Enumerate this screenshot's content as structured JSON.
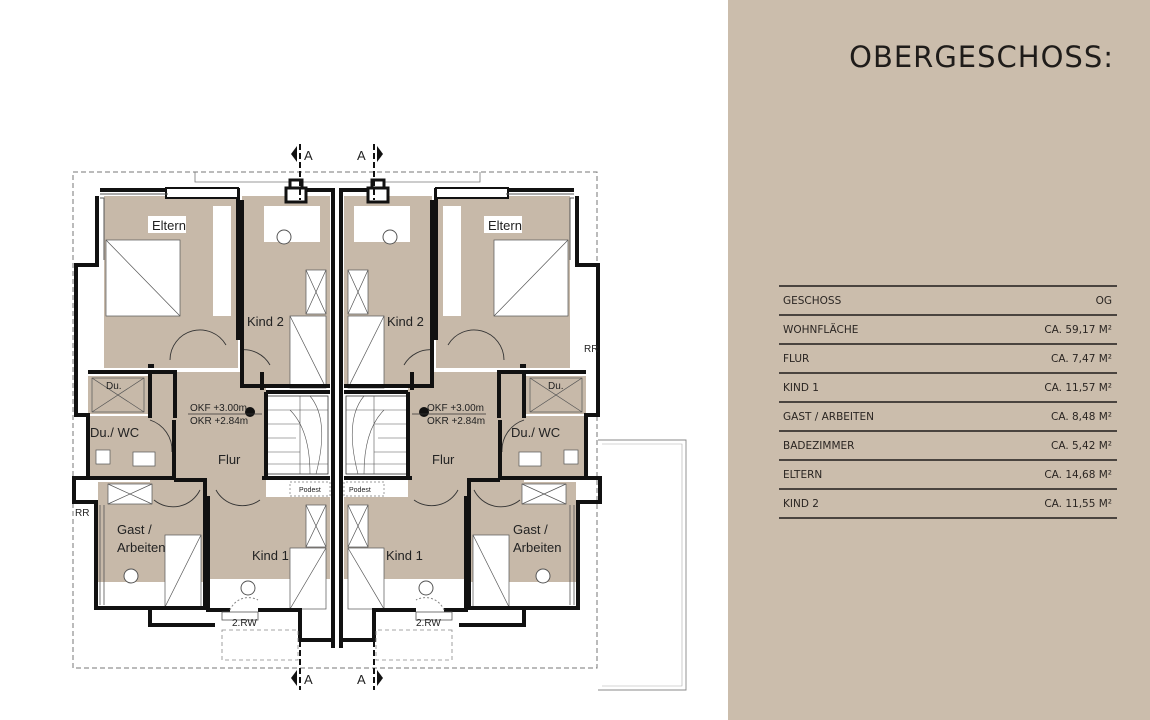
{
  "panel": {
    "title": "OBERGESCHOSS:",
    "rows": [
      {
        "label": "GESCHOSS",
        "value": "OG"
      },
      {
        "label": "WOHNFLÄCHE",
        "value": "CA. 59,17 M²"
      },
      {
        "label": "FLUR",
        "value": "CA. 7,47 M²"
      },
      {
        "label": "KIND 1",
        "value": "CA.  11,57  M²"
      },
      {
        "label": "GAST / ARBEITEN",
        "value": "CA. 8,48 M²"
      },
      {
        "label": "BADEZIMMER",
        "value": "CA. 5,42 M²"
      },
      {
        "label": "ELTERN",
        "value": "CA. 14,68 M²"
      },
      {
        "label": "KIND 2",
        "value": "CA. 11,55 M²"
      }
    ]
  },
  "plan": {
    "eltern": "Eltern",
    "kind2": "Kind 2",
    "du": "Du.",
    "du_wc": "Du./ WC",
    "okf": "OKF +3.00m",
    "okr": "OKR +2.84m",
    "flur": "Flur",
    "gast1": "Gast /",
    "gast2": "Arbeiten",
    "kind1": "Kind 1",
    "podest": "Podest",
    "rw": "2.RW",
    "rr": "RR",
    "section": "A"
  },
  "colors": {
    "room_fill": "#c7b9a9",
    "panel_bg": "#cbbdac"
  }
}
